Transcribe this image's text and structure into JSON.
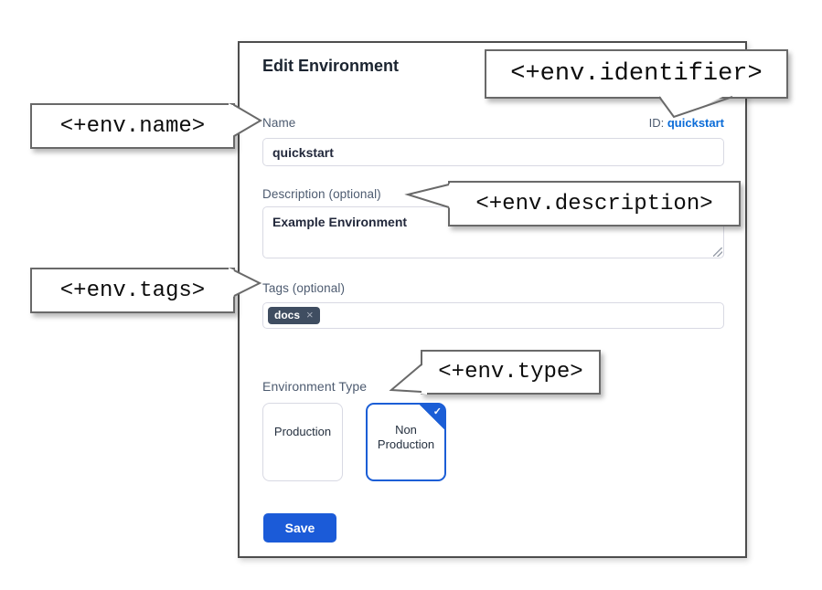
{
  "dialog": {
    "title": "Edit Environment",
    "name_field": {
      "label": "Name",
      "value": "quickstart"
    },
    "id_field": {
      "label": "ID:",
      "value": "quickstart"
    },
    "description_field": {
      "label": "Description (optional)",
      "value": "Example Environment"
    },
    "tags_field": {
      "label": "Tags (optional)",
      "chips": [
        {
          "label": "docs",
          "remove_icon": "×"
        }
      ]
    },
    "environment_type": {
      "label": "Environment Type",
      "check_icon": "✓",
      "options": [
        {
          "label": "Production",
          "selected": false
        },
        {
          "label": "Non Production",
          "selected": true
        }
      ]
    },
    "save_button": "Save"
  },
  "callouts": {
    "name": {
      "text": "<+env.name>"
    },
    "identifier": {
      "text": "<+env.identifier>"
    },
    "description": {
      "text": "<+env.description>"
    },
    "tags": {
      "text": "<+env.tags>"
    },
    "type": {
      "text": "<+env.type>"
    }
  },
  "colors": {
    "primary_blue": "#1b5bd8",
    "link_blue": "#0a6bd7",
    "selected_card_border": "#1b5ed6",
    "tag_chip_bg": "#3f4d61",
    "label_slate": "#4d5b70",
    "dialog_border": "#4d4d4d",
    "callout_border": "#696969"
  }
}
